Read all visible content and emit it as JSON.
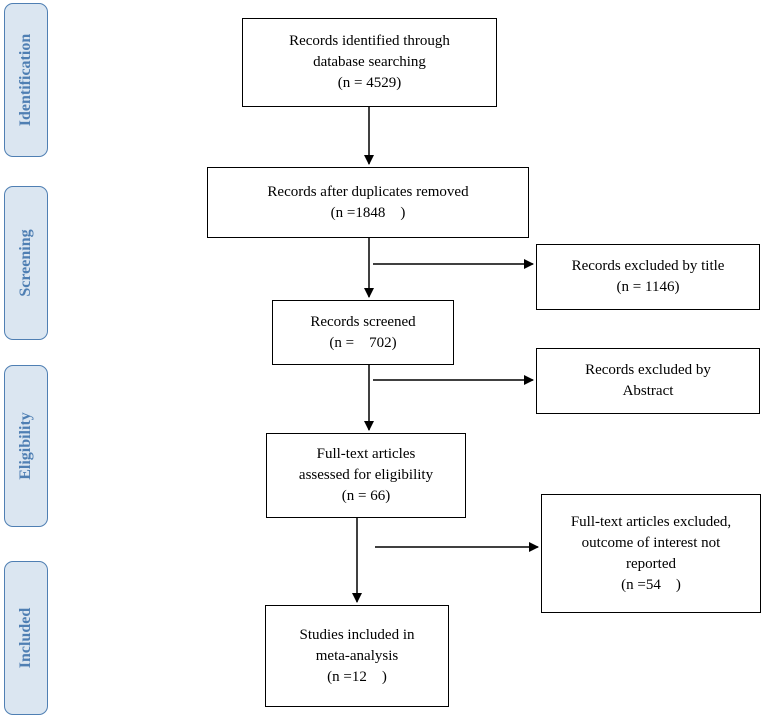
{
  "phases": [
    {
      "id": "identification",
      "label": "Identification"
    },
    {
      "id": "screening",
      "label": "Screening"
    },
    {
      "id": "eligibility",
      "label": "Eligibility"
    },
    {
      "id": "included",
      "label": "Included"
    }
  ],
  "boxes": {
    "identified": {
      "line1": "Records identified through",
      "line2": "database searching",
      "line3": "(n = 4529)"
    },
    "deduplicated": {
      "line1": "Records after duplicates removed",
      "line2": "(n =1848　)"
    },
    "excluded_title": {
      "line1": "Records excluded by title",
      "line2": "(n = 1146)"
    },
    "screened": {
      "line1": "Records screened",
      "line2": "(n =　702)"
    },
    "excluded_abstract": {
      "line1": "Records excluded by",
      "line2": "Abstract"
    },
    "fulltext": {
      "line1": "Full-text articles",
      "line2": "assessed for eligibility",
      "line3": "(n = 66)"
    },
    "excluded_fulltext": {
      "line1": "Full-text articles excluded,",
      "line2": "outcome of interest not",
      "line3": "reported",
      "line4": "(n =54　)"
    },
    "included": {
      "line1": "Studies included in",
      "line2": "meta-analysis",
      "line3": "(n =12　)"
    }
  }
}
